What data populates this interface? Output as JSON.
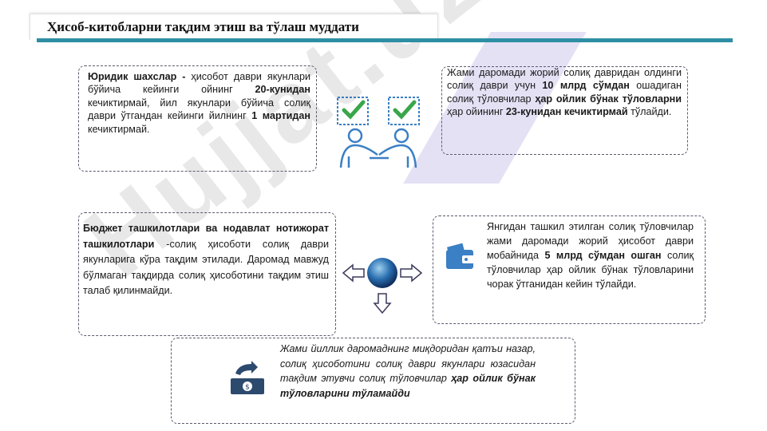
{
  "header": {
    "title": "Ҳисоб-китобларни тақдим этиш ва тўлаш муддати"
  },
  "watermark": "Hujjat.uz",
  "boxes": {
    "top_left": {
      "p1_bold": "Юридик шахслар -",
      "p2": " ҳисобот даври якунлари бўйича кейинги ойнинг ",
      "p3_bold": "20-кунидан",
      "p4": " кечиктирмай, йил якунлари бўйича солиқ даври ўтгандан кейинги йилнинг ",
      "p5_bold": "1 мартидан",
      "p6": " кечиктирмай."
    },
    "top_right": {
      "p1": "Жами даромади жорий солиқ давридан олдинги солиқ даври учун ",
      "p2_bold": "10 млрд сўмдан",
      "p3": " ошадиган солиқ тўловчилар ",
      "p4_bold": "ҳар ойлик бўнак тўловларни",
      "p5": " ҳар ойининг ",
      "p6_bold": "23-кунидан кечиктирмай",
      "p7": " тўлайди."
    },
    "middle_left": {
      "p1_bold": "Бюджет ташкилотлари ва нодавлат нотижорат ташкилотлари",
      "p2": " -солиқ ҳисоботи солиқ даври якунларига кўра тақдим этилади. Даромад мавжуд бўлмаган тақдирда солиқ ҳисоботини тақдим этиш талаб қилинмайди."
    },
    "middle_right": {
      "p1": "Янгидан ташкил этилган солиқ тўловчилар жами даромади жорий ҳисобот даври мобайнида ",
      "p2_bold": "5 млрд сўмдан ошган",
      "p3": " солиқ тўловчилар ҳар ойлик бўнак тўловларини чорак ўтганидан кейин тўлайди."
    },
    "bottom": {
      "p1": "Жами йиллик даромаднинг миқдоридан қатъи назар, солиқ ҳисоботини солиқ даври якунлари юзасидан тақдим этувчи солиқ тўловчилар ",
      "p2_bold": "ҳар ойлик бўнак тўловларини тўламайди"
    }
  },
  "colors": {
    "accent": "#2e8fa4",
    "icon_blue": "#3b7fc4",
    "check_green": "#3aa64a"
  },
  "icons": [
    "handshake-icon",
    "check-icon",
    "wallet-icon",
    "money-transfer-icon",
    "globe-icon",
    "arrow-left-icon",
    "arrow-right-icon",
    "arrow-down-icon"
  ]
}
